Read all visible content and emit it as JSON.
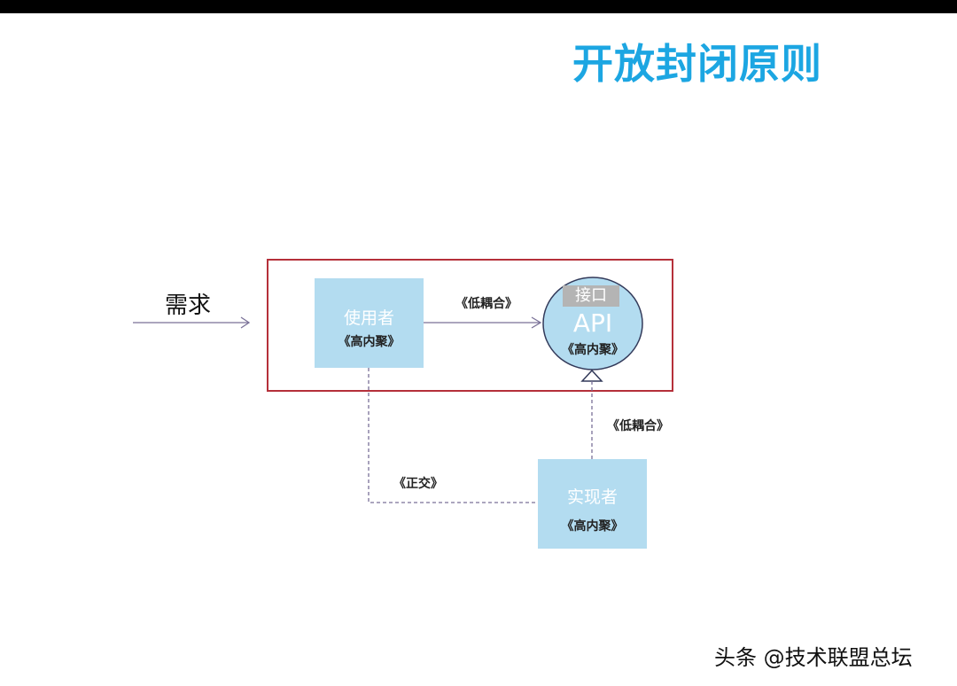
{
  "title": "开放封闭原则",
  "diagram": {
    "requirement": "需求",
    "user": {
      "name": "使用者",
      "tag": "《高内聚》"
    },
    "interface": {
      "label": "接口",
      "name": "API",
      "tag": "《高内聚》"
    },
    "implementer": {
      "name": "实现者",
      "tag": "《高内聚》"
    },
    "edge_user_api": "《低耦合》",
    "edge_impl_api": "《低耦合》",
    "edge_user_impl": "《正交》"
  },
  "watermark": "头条 @技术联盟总坛",
  "colors": {
    "title": "#1ca6e2",
    "box": "#b3dcf0",
    "frame": "#b5303a",
    "line": "#7a7198"
  }
}
